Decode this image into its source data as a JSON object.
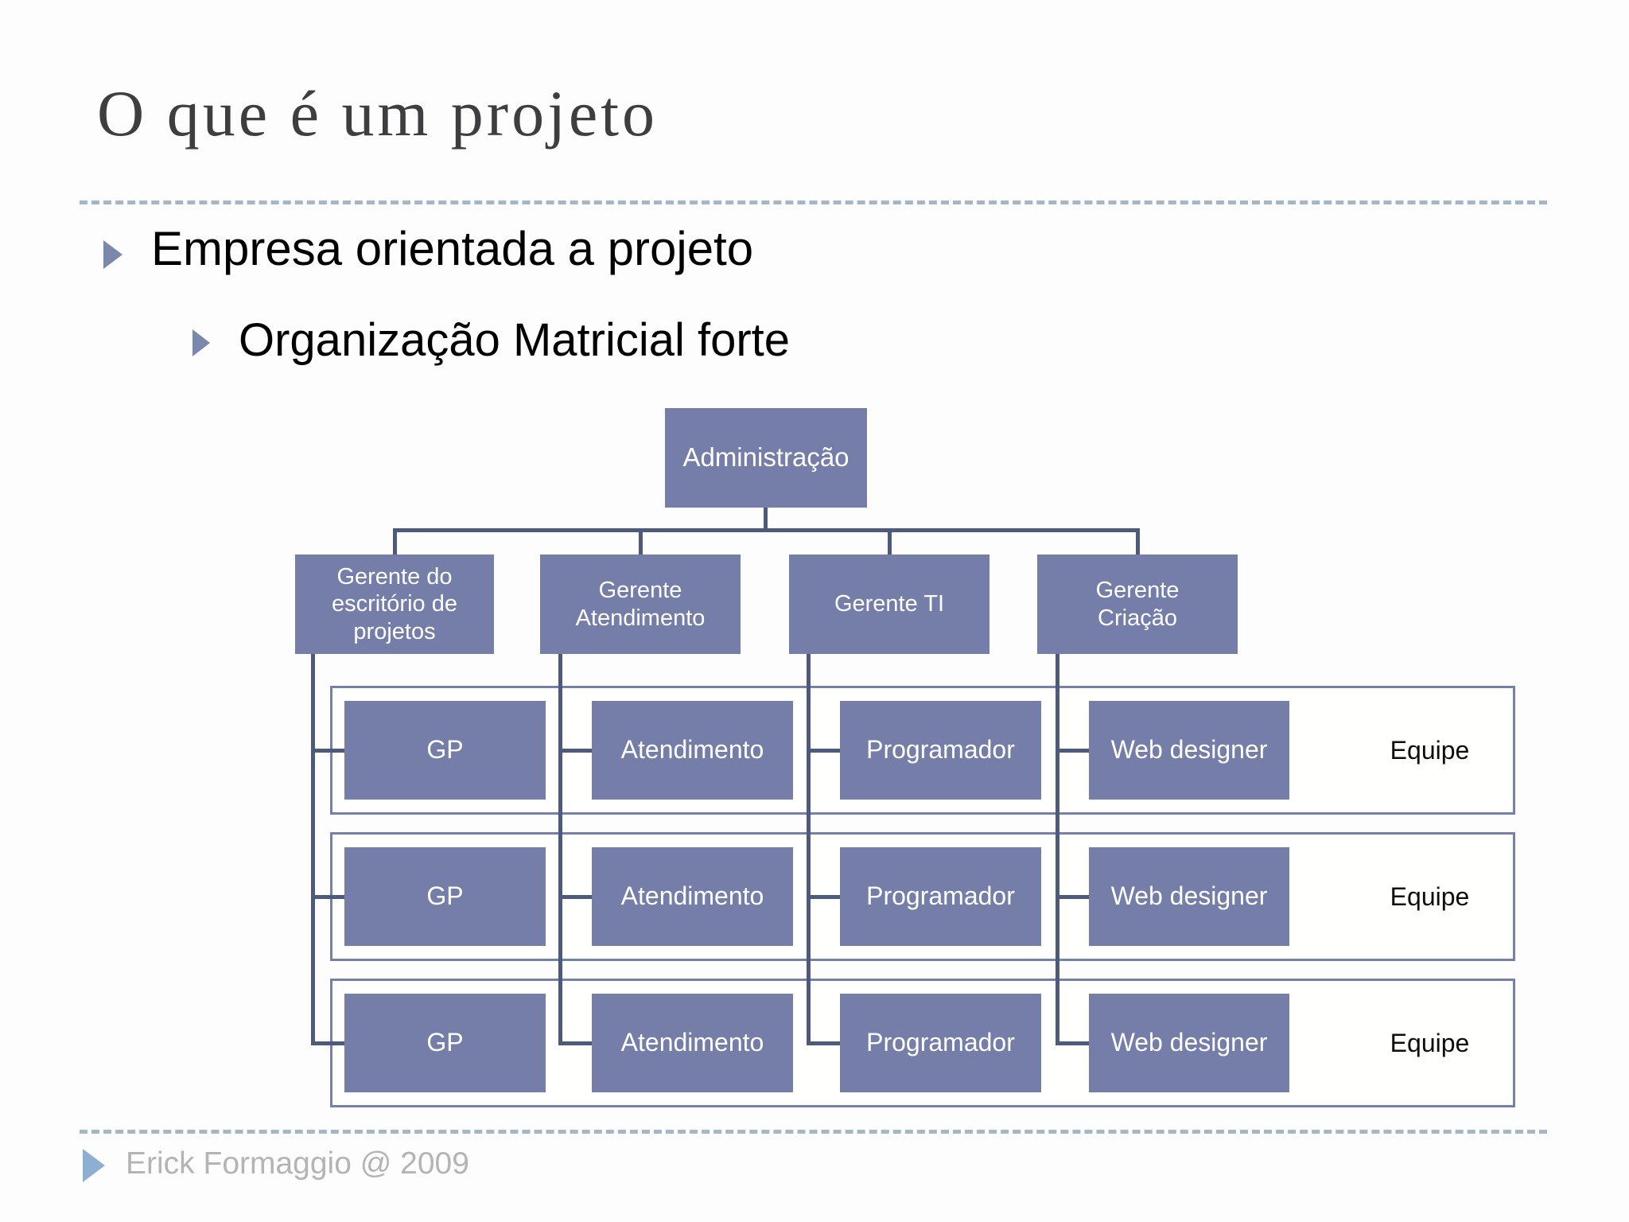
{
  "slide": {
    "title": "O que é um projeto",
    "bullets": [
      {
        "level": 1,
        "text": "Empresa orientada a projeto"
      },
      {
        "level": 2,
        "text": "Organização Matricial forte"
      }
    ],
    "footer_text": "Erick Formaggio @ 2009"
  },
  "org_chart": {
    "root_label": "Administração",
    "managers": [
      {
        "label": "Gerente do escritório de projetos"
      },
      {
        "label": "Gerente Atendimento"
      },
      {
        "label": "Gerente TI"
      },
      {
        "label": "Gerente Criação"
      }
    ],
    "team_rows": [
      {
        "label": "Equipe",
        "cells": [
          "GP",
          "Atendimento",
          "Programador",
          "Web designer"
        ]
      },
      {
        "label": "Equipe",
        "cells": [
          "GP",
          "Atendimento",
          "Programador",
          "Web designer"
        ]
      },
      {
        "label": "Equipe",
        "cells": [
          "GP",
          "Atendimento",
          "Programador",
          "Web designer"
        ]
      }
    ],
    "colors": {
      "node_fill": "#747EA8",
      "node_text": "#FFFFFF",
      "connector": "#4E5A7C",
      "row_border": "#7580AB"
    }
  },
  "theme": {
    "title_color": "#3E3E40",
    "dashed_rule": "#A4B6C8",
    "accent_bullet": "#7A88AC",
    "footer_bullet": "#8FAFD2",
    "footer_text_color": "#B4B4B4"
  }
}
